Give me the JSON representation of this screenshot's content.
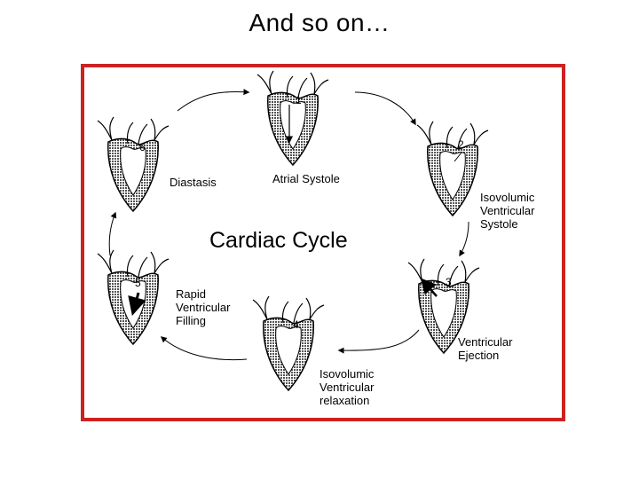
{
  "title": "And so on…",
  "diagram": {
    "center_title": "Cardiac Cycle",
    "stages": [
      {
        "number": "1",
        "label_lines": [
          "Atrial Systole"
        ]
      },
      {
        "number": "2",
        "label_lines": [
          "Isovolumic",
          "Ventricular",
          "Systole"
        ]
      },
      {
        "number": "3",
        "label_lines": [
          "Ventricular",
          "Ejection"
        ]
      },
      {
        "number": "4",
        "label_lines": [
          "Isovolumic",
          "Ventricular",
          "relaxation"
        ]
      },
      {
        "number": "5",
        "label_lines": [
          "Rapid",
          "Ventricular",
          "Filling"
        ]
      },
      {
        "number": "6",
        "label_lines": [
          "Diastasis"
        ]
      }
    ]
  },
  "colors": {
    "frame_border": "#cc2222",
    "ink": "#000000",
    "hatch": "#6a6a6a"
  }
}
